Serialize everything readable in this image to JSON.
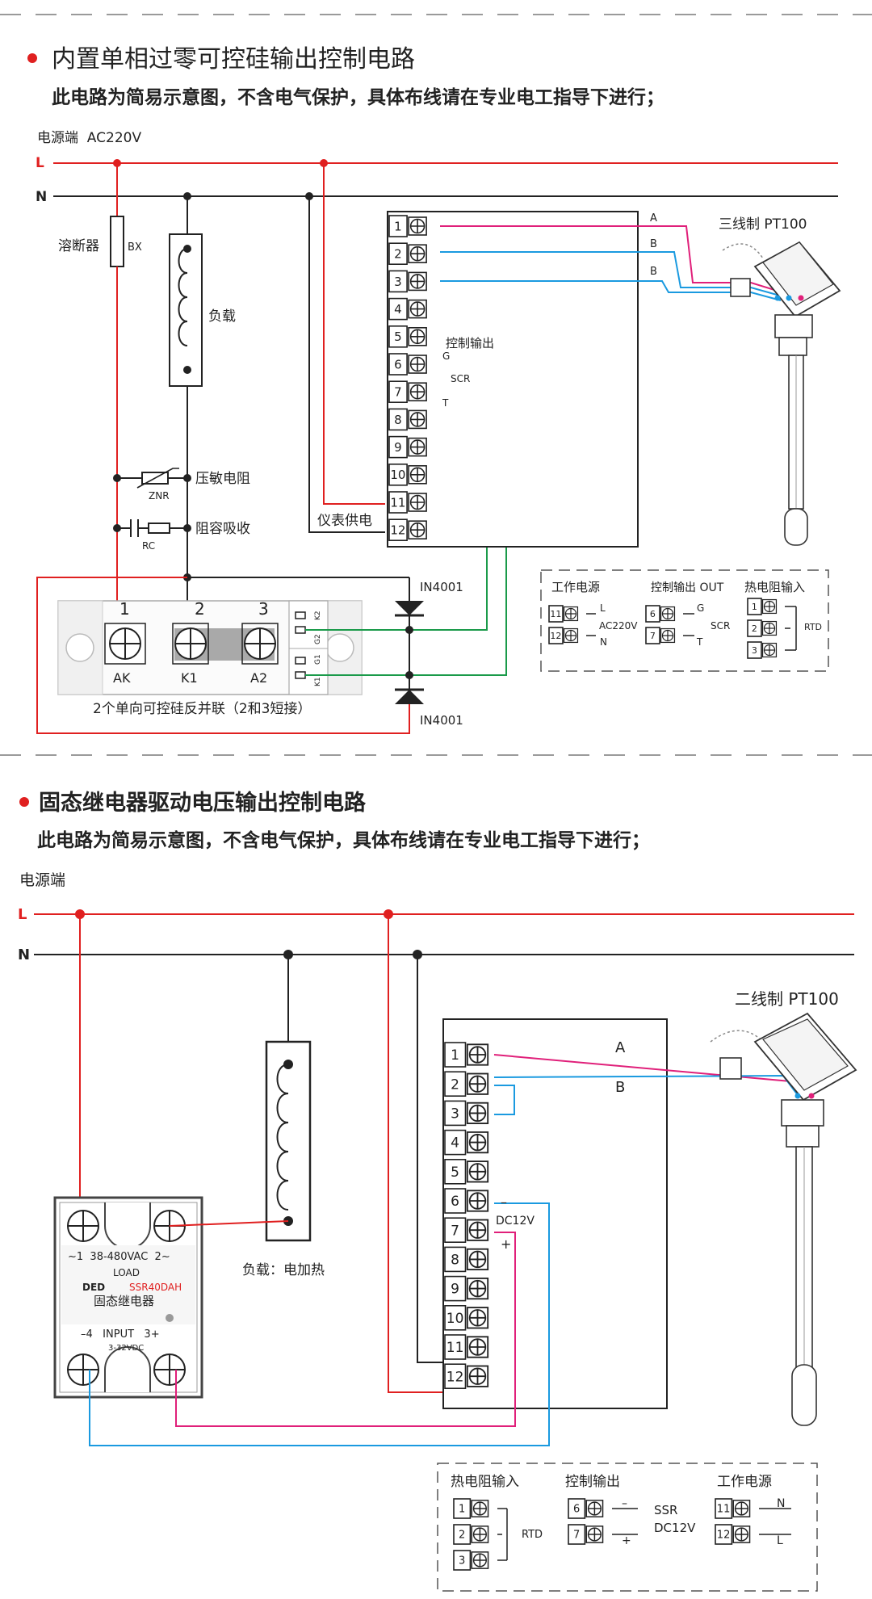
{
  "section1": {
    "title": "内置单相过零可控硅输出控制电路",
    "note": "此电路为简易示意图，不含电气保护，具体布线请在专业电工指导下进行；",
    "power_label": "电源端  AC220V",
    "line_L": "L",
    "line_N": "N",
    "fuse_label": "溶断器",
    "fuse_code": "BX",
    "load_label": "负载",
    "varistor_label": "压敏电阻",
    "varistor_code": "ZNR",
    "rc_label": "阻容吸收",
    "rc_code": "RC",
    "ctrl_out": "控制输出",
    "g": "G",
    "scr": "SCR",
    "t": "T",
    "meter_power": "仪表供电",
    "pt100": "三线制 PT100",
    "wire_a": "A",
    "wire_b1": "B",
    "wire_b2": "B",
    "diode_top": "IN4001",
    "diode_bottom": "IN4001",
    "scr_caption": "2个单向可控硅反并联（2和3短接）",
    "scr_pins": [
      "1",
      "2",
      "3"
    ],
    "scr_pin_names": [
      "AK",
      "K1",
      "A2"
    ],
    "scr_gate_top": [
      "K2",
      "G2"
    ],
    "scr_gate_bottom": [
      "G1",
      "K1"
    ],
    "legend": {
      "power_title": "工作电源",
      "power_l": "L",
      "power_n": "N",
      "power_v": "AC220V",
      "out_title": "控制输出 OUT",
      "out_g": "G",
      "out_t": "T",
      "out_scr": "SCR",
      "rtd_title": "热电阻输入",
      "rtd": "RTD"
    }
  },
  "section2": {
    "title": "固态继电器驱动电压输出控制电路",
    "note": "此电路为简易示意图，不含电气保护，具体布线请在专业电工指导下进行；",
    "power_label": "电源端",
    "line_L": "L",
    "line_N": "N",
    "load_label": "负载：电加热",
    "pt100": "二线制 PT100",
    "wire_a": "A",
    "wire_b": "B",
    "dc_minus": "–",
    "dc_label": "DC12V",
    "dc_plus": "+",
    "ssr": {
      "top_pins": "~1  38-480VAC  2~",
      "load": "LOAD",
      "brand": "DED",
      "model": "SSR40DAH",
      "name": "固态继电器",
      "bottom_pins": "–4   INPUT   3+",
      "input_v": "3-32VDC"
    },
    "legend": {
      "rtd_title": "热电阻输入",
      "rtd": "RTD",
      "out_title": "控制输出",
      "out_minus": "–",
      "out_plus": "+",
      "out_ssr": "SSR",
      "out_dc": "DC12V",
      "power_title": "工作电源",
      "power_n": "N",
      "power_l": "L"
    }
  },
  "terminals": [
    "1",
    "2",
    "3",
    "4",
    "5",
    "6",
    "7",
    "8",
    "9",
    "10",
    "11",
    "12"
  ],
  "colors": {
    "red": "#e02020",
    "dark": "#222222",
    "magenta": "#e0207a",
    "blue": "#1a9ae0",
    "green": "#1a9a4a",
    "bullet": "#e02020"
  }
}
